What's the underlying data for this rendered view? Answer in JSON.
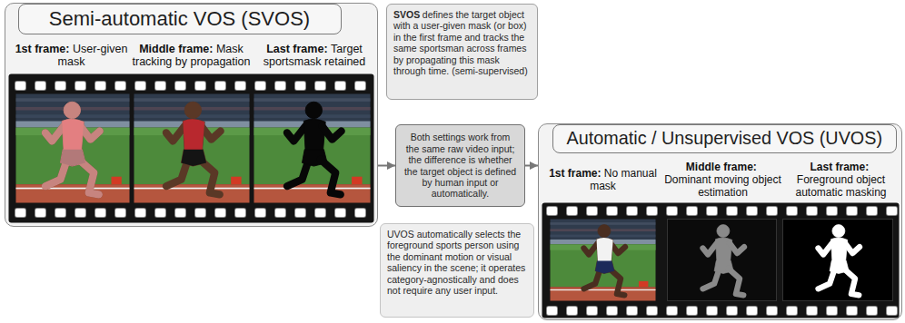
{
  "diagram": {
    "nodes": [
      {
        "text": [
          "Semi-automatic VOS (SVOS)"
        ]
      },
      {
        "text": [
          "SVOS",
          "defines the target object with a user-given mask (or box) in the first frame and tracks the same sportsman across frames by propagating this mask through time. (semi-supervised)"
        ]
      },
      {
        "text": [
          "Both settings work from the same raw video input; the difference is whether the target object is defined by human input or automatically."
        ]
      },
      {
        "text": [
          "Automatic / Unsupervised VOS (UVOS)"
        ]
      },
      {
        "text": [
          "UVOS automatically selects the foreground sports person using the dominant motion or visual saliency in the scene; it operates category-agnostically and does not require any user input."
        ]
      }
    ],
    "edges": [
      {
        "from": 0,
        "to": 2,
        "arrow": "to"
      },
      {
        "from": 2,
        "to": 3,
        "arrow": "to"
      }
    ],
    "labels": [
      "1st frame:",
      "User-given mask",
      "Middle frame:",
      "Mask tracking by propagation",
      "Last frame:",
      "Target sportsmask retained",
      "1st frame:",
      "No manual mask",
      "Middle frame:",
      "Dominant moving object estimation",
      "Last frame:",
      "Foreground object automatic masking"
    ]
  }
}
